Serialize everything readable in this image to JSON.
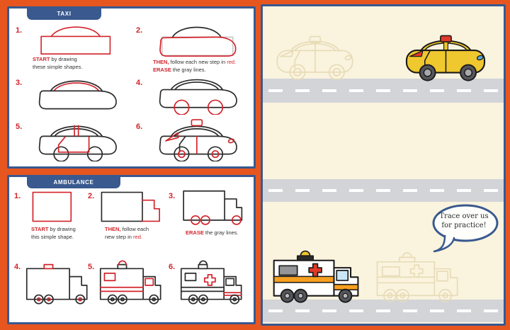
{
  "colors": {
    "background_orange": "#E7561F",
    "panel_border_blue": "#39598F",
    "accent_red": "#D2232A",
    "paper_cream": "#FAF3DE",
    "road_gray": "#D2D4D8",
    "taxi_yellow": "#EFC72E",
    "ambulance_stripe_orange": "#F79F1F",
    "trace_outline_tan": "#E7DBB6"
  },
  "taxi_panel": {
    "tab_label": "TAXI",
    "steps": [
      {
        "number": "1.",
        "caption": [
          [
            {
              "t": "START",
              "red": 1,
              "b": 1
            },
            {
              "t": " by drawing"
            }
          ],
          [
            {
              "t": "these simple shapes."
            }
          ]
        ]
      },
      {
        "number": "2.",
        "caption": [
          [
            {
              "t": "THEN,",
              "red": 1,
              "b": 1
            },
            {
              "t": " follow each new step in "
            },
            {
              "t": "red.",
              "red": 1
            }
          ],
          [
            {
              "t": "ERASE",
              "red": 1,
              "b": 1
            },
            {
              "t": " the gray lines."
            }
          ]
        ]
      },
      {
        "number": "3.",
        "caption": []
      },
      {
        "number": "4.",
        "caption": []
      },
      {
        "number": "5.",
        "caption": []
      },
      {
        "number": "6.",
        "caption": []
      }
    ]
  },
  "ambulance_panel": {
    "tab_label": "AMBULANCE",
    "steps": [
      {
        "number": "1.",
        "caption": [
          [
            {
              "t": "START",
              "red": 1,
              "b": 1
            },
            {
              "t": " by drawing"
            }
          ],
          [
            {
              "t": "this simple shape."
            }
          ]
        ]
      },
      {
        "number": "2.",
        "caption": [
          [
            {
              "t": "THEN,",
              "red": 1,
              "b": 1
            },
            {
              "t": " follow each"
            }
          ],
          [
            {
              "t": "new step in "
            },
            {
              "t": "red.",
              "red": 1
            }
          ]
        ]
      },
      {
        "number": "3.",
        "caption": [
          [
            {
              "t": "ERASE",
              "red": 1,
              "b": 1
            },
            {
              "t": " the gray lines."
            }
          ]
        ]
      },
      {
        "number": "4.",
        "caption": []
      },
      {
        "number": "5.",
        "caption": []
      },
      {
        "number": "6.",
        "caption": []
      }
    ]
  },
  "practice_panel": {
    "speech_bubble_lines": [
      "Trace over us",
      "for practice!"
    ],
    "vehicles": [
      "taxi-trace-outline",
      "taxi-colored",
      "ambulance-colored",
      "ambulance-trace-outline"
    ]
  }
}
